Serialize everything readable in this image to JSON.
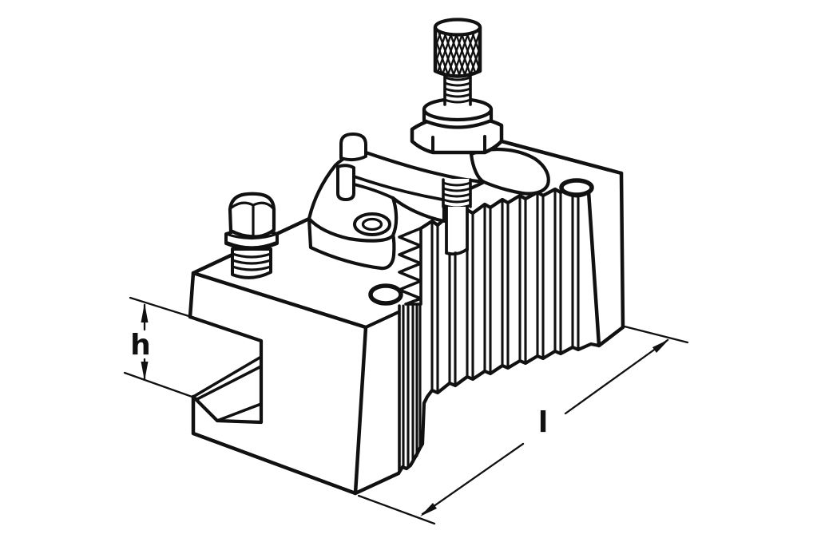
{
  "figure": {
    "kind": "technical line drawing",
    "subject": "quick-change lathe tool holder with knurled clamping screw",
    "labels": {
      "height": "h",
      "length": "l"
    },
    "colors": {
      "line": "#111111",
      "background": "#ffffff"
    }
  }
}
